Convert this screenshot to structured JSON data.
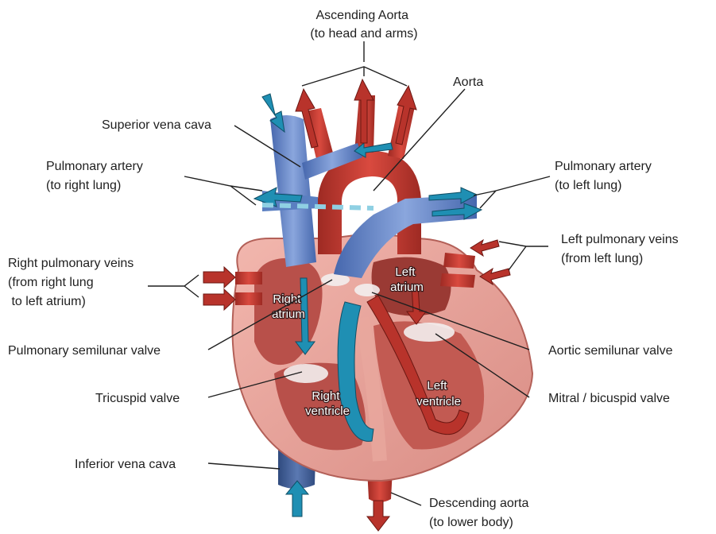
{
  "labels": {
    "ascending_aorta": [
      "Ascending Aorta",
      "(to head and arms)"
    ],
    "aorta": [
      "Aorta"
    ],
    "superior_vena_cava": [
      "Superior vena cava"
    ],
    "pulmonary_artery_right": [
      "Pulmonary artery",
      "(to right lung)"
    ],
    "pulmonary_artery_left": [
      "Pulmonary artery",
      "(to left lung)"
    ],
    "left_pulmonary_veins": [
      "Left pulmonary veins",
      "(from left lung)"
    ],
    "right_pulmonary_veins": [
      "Right pulmonary veins",
      "(from right lung",
      " to left atrium)"
    ],
    "pulmonary_semilunar_valve": [
      "Pulmonary semilunar valve"
    ],
    "aortic_semilunar_valve": [
      "Aortic semilunar valve"
    ],
    "tricuspid_valve": [
      "Tricuspid valve"
    ],
    "mitral_valve": [
      "Mitral / bicuspid valve"
    ],
    "inferior_vena_cava": [
      "Inferior vena cava"
    ],
    "descending_aorta": [
      "Descending aorta",
      "(to lower body)"
    ]
  },
  "chambers": {
    "right_atrium": [
      "Right",
      "atrium"
    ],
    "left_atrium": [
      "Left",
      "atrium"
    ],
    "right_ventricle": [
      "Right",
      "ventricle"
    ],
    "left_ventricle": [
      "Left",
      "ventricle"
    ]
  },
  "colors": {
    "muscle": "#e8a39b",
    "muscle_dark": "#c96a62",
    "oxygenated": "#c83a2f",
    "deoxygenated": "#5f83c9",
    "flow_blue": "#1f8fb3",
    "flow_red": "#b8332b"
  }
}
